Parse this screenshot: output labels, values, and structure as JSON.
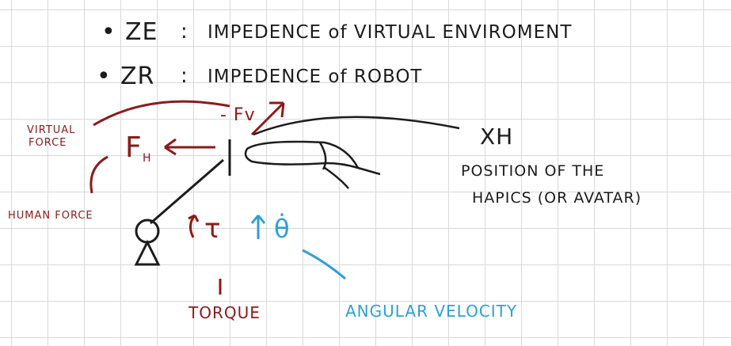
{
  "colors": {
    "ink": "#1c1c1c",
    "red": "#8b1a1a",
    "blue": "#2f9fd6",
    "grid": "#d9d9d9"
  },
  "definitions": {
    "ze": {
      "bullet": "•",
      "symbol": "ZE",
      "colon": ":",
      "text": "IMPEDENCE of VIRTUAL ENVIROMENT"
    },
    "zr": {
      "bullet": "•",
      "symbol": "ZR",
      "colon": ":",
      "text": "IMPEDENCE of ROBOT"
    }
  },
  "labels": {
    "virtual_force_line1": "VIRTUAL",
    "virtual_force_line2": "FORCE",
    "human_force": "HUMAN FORCE",
    "fh_main": "F",
    "fh_sub": "H",
    "fv": "- Fv",
    "xh": "XH",
    "position_line1": "POSITION OF THE",
    "position_line2": "HAPICS (OR AVATAR)",
    "tau": "τ",
    "theta_dot": "θ̇",
    "torque": "TORQUE",
    "angular_velocity": "ANGULAR VELOCITY"
  }
}
